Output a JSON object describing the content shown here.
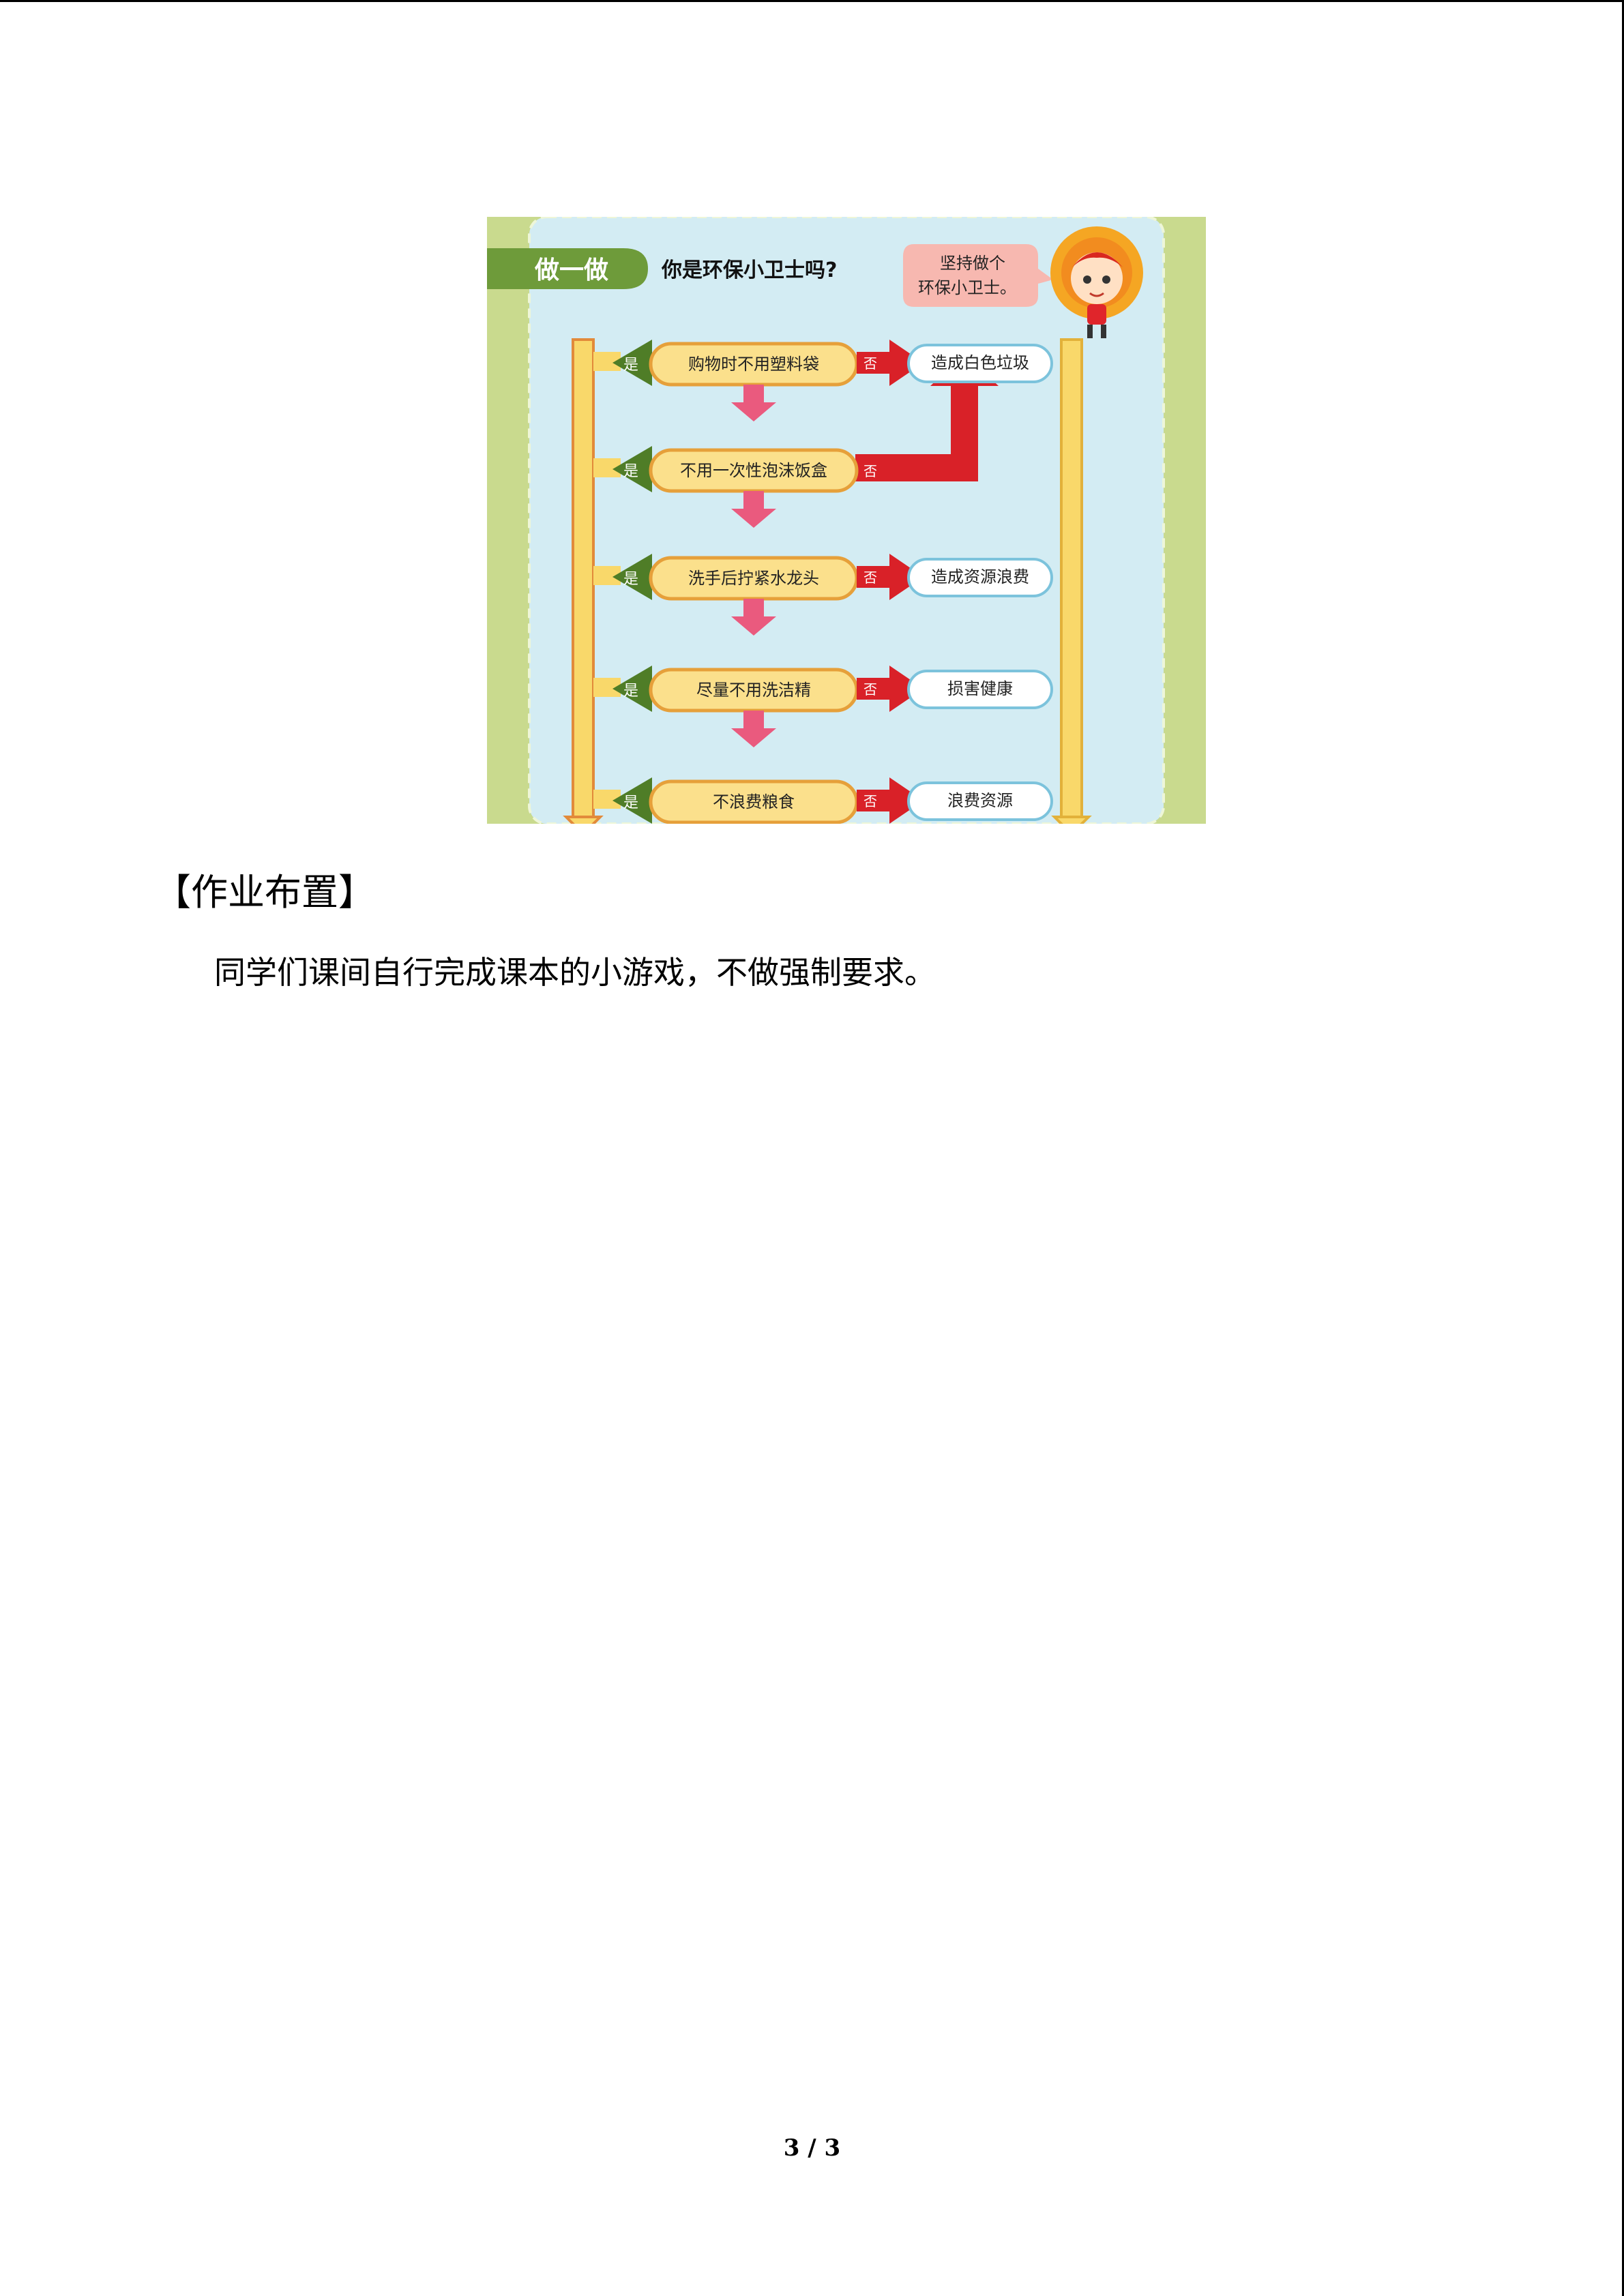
{
  "figure": {
    "header_tag": "做一做",
    "question": "你是环保小卫士吗?",
    "speech_bubble": [
      "坚持做个",
      "环保小卫士。"
    ],
    "yes_label": "是",
    "no_label": "否",
    "steps": [
      {
        "action": "购物时不用塑料袋",
        "consequence": "造成白色垃圾"
      },
      {
        "action": "不用一次性泡沫饭盒",
        "consequence": ""
      },
      {
        "action": "洗手后拧紧水龙头",
        "consequence": "造成资源浪费"
      },
      {
        "action": "尽量不用洗洁精",
        "consequence": "损害健康"
      },
      {
        "action": "不浪费粮食",
        "consequence": "浪费资源"
      }
    ],
    "colors": {
      "border_green": "#c8d98a",
      "panel_blue": "#cfeaf2",
      "pill_yellow": "#fbe08c",
      "arrow_red": "#e0252b",
      "arrow_green": "#5b8a2e",
      "arrow_pink": "#ea5a7e",
      "side_yellow": "#f9d86a"
    }
  },
  "section": {
    "heading": "【作业布置】",
    "body": "同学们课间自行完成课本的小游戏，不做强制要求。"
  },
  "page_number": "3 / 3"
}
